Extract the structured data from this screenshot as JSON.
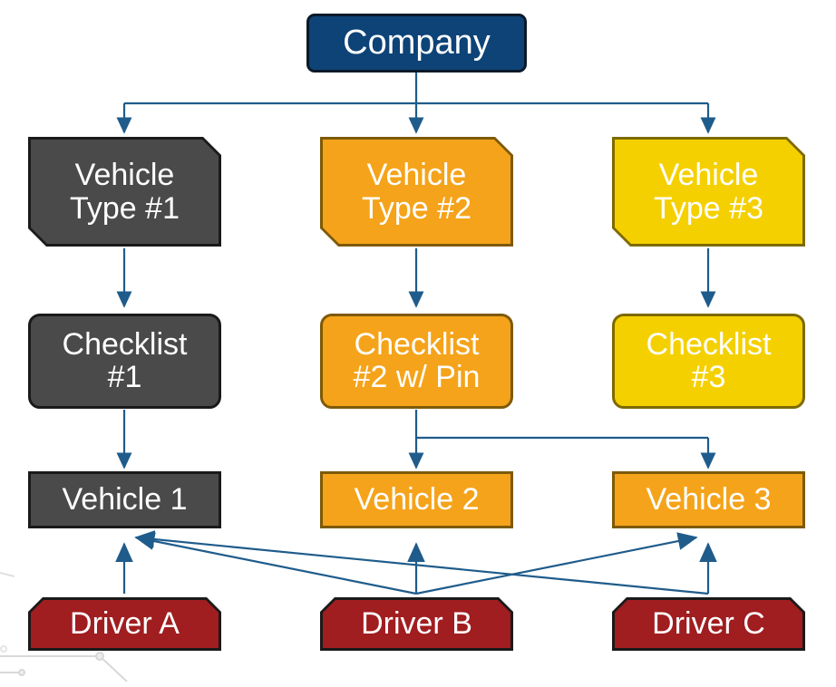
{
  "diagram": {
    "title": "Company vehicle, checklist and driver assignment hierarchy",
    "colors": {
      "company_fill": "#0d4377",
      "dark_fill": "#4a4a4a",
      "orange_fill": "#f5a31a",
      "yellow_fill": "#f5d000",
      "red_fill": "#a01d20",
      "connector": "#1f5c8b",
      "border_dark": "#1a1a1a",
      "border_orange": "#7d5a09",
      "border_yellow": "#7d6a00",
      "label_text": "#ffffff",
      "background": "#ffffff"
    },
    "nodes": {
      "company": {
        "label": "Company"
      },
      "vehicle_types": [
        {
          "label": "Vehicle\nType #1"
        },
        {
          "label": "Vehicle\nType #2"
        },
        {
          "label": "Vehicle\nType #3"
        }
      ],
      "checklists": [
        {
          "label": "Checklist\n#1"
        },
        {
          "label": "Checklist\n#2 w/ Pin"
        },
        {
          "label": "Checklist\n#3"
        }
      ],
      "vehicles": [
        {
          "label": "Vehicle 1"
        },
        {
          "label": "Vehicle 2"
        },
        {
          "label": "Vehicle 3"
        }
      ],
      "drivers": [
        {
          "label": "Driver A"
        },
        {
          "label": "Driver B"
        },
        {
          "label": "Driver C"
        }
      ]
    },
    "edges": [
      {
        "from": "Company",
        "to": "Vehicle Type #1"
      },
      {
        "from": "Company",
        "to": "Vehicle Type #2"
      },
      {
        "from": "Company",
        "to": "Vehicle Type #3"
      },
      {
        "from": "Vehicle Type #1",
        "to": "Checklist #1"
      },
      {
        "from": "Vehicle Type #2",
        "to": "Checklist #2 w/ Pin"
      },
      {
        "from": "Vehicle Type #3",
        "to": "Checklist #3"
      },
      {
        "from": "Checklist #1",
        "to": "Vehicle 1"
      },
      {
        "from": "Checklist #2 w/ Pin",
        "to": "Vehicle 2"
      },
      {
        "from": "Checklist #2 w/ Pin",
        "to": "Vehicle 3"
      },
      {
        "from": "Driver A",
        "to": "Vehicle 1"
      },
      {
        "from": "Driver B",
        "to": "Vehicle 1"
      },
      {
        "from": "Driver B",
        "to": "Vehicle 2"
      },
      {
        "from": "Driver B",
        "to": "Vehicle 3"
      },
      {
        "from": "Driver C",
        "to": "Vehicle 1"
      },
      {
        "from": "Driver C",
        "to": "Vehicle 3"
      }
    ]
  }
}
